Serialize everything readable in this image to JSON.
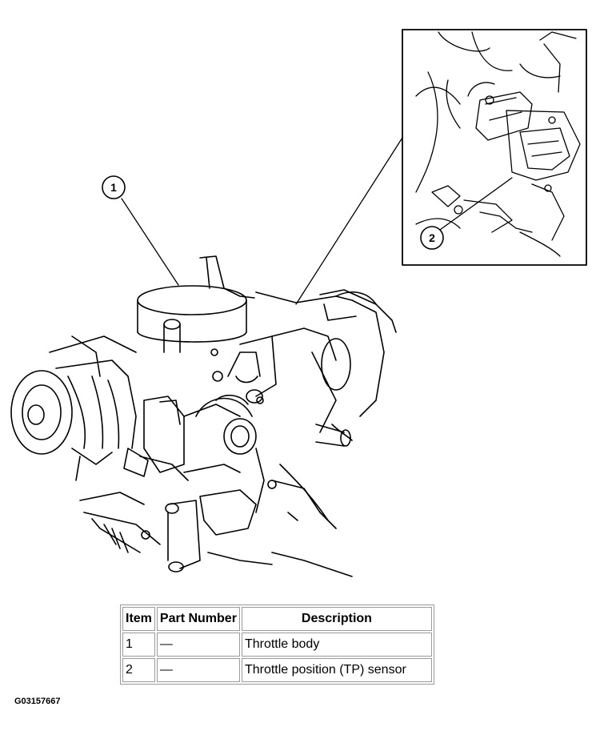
{
  "callouts": [
    {
      "label": "1"
    },
    {
      "label": "2"
    }
  ],
  "table": {
    "headers": [
      "Item",
      "Part Number",
      "Description"
    ],
    "rows": [
      [
        "1",
        "—",
        "Throttle body"
      ],
      [
        "2",
        "—",
        "Throttle position (TP) sensor"
      ]
    ]
  },
  "figure_id": "G03157667"
}
